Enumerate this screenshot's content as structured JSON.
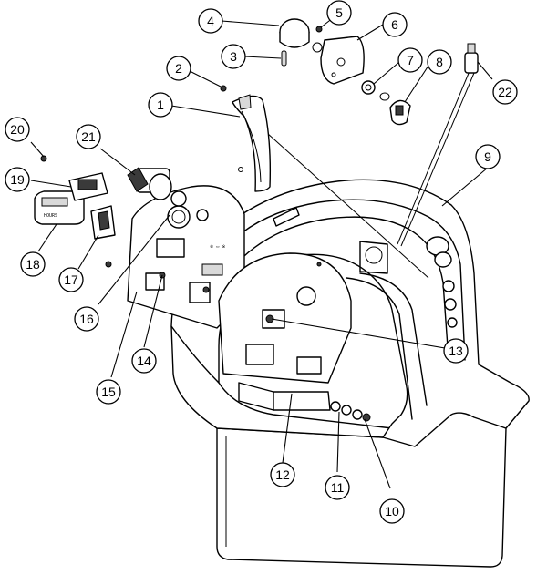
{
  "diagram": {
    "callouts": [
      {
        "id": "1",
        "label": "1"
      },
      {
        "id": "2",
        "label": "2"
      },
      {
        "id": "3",
        "label": "3"
      },
      {
        "id": "4",
        "label": "4"
      },
      {
        "id": "5",
        "label": "5"
      },
      {
        "id": "6",
        "label": "6"
      },
      {
        "id": "7",
        "label": "7"
      },
      {
        "id": "8",
        "label": "8"
      },
      {
        "id": "9",
        "label": "9"
      },
      {
        "id": "10",
        "label": "10"
      },
      {
        "id": "11",
        "label": "11"
      },
      {
        "id": "12",
        "label": "12"
      },
      {
        "id": "13",
        "label": "13"
      },
      {
        "id": "14",
        "label": "14"
      },
      {
        "id": "15",
        "label": "15"
      },
      {
        "id": "16",
        "label": "16"
      },
      {
        "id": "17",
        "label": "17"
      },
      {
        "id": "18",
        "label": "18"
      },
      {
        "id": "19",
        "label": "19"
      },
      {
        "id": "20",
        "label": "20"
      },
      {
        "id": "21",
        "label": "21"
      },
      {
        "id": "22",
        "label": "22"
      }
    ],
    "hour_meter_text": "HOURS"
  }
}
